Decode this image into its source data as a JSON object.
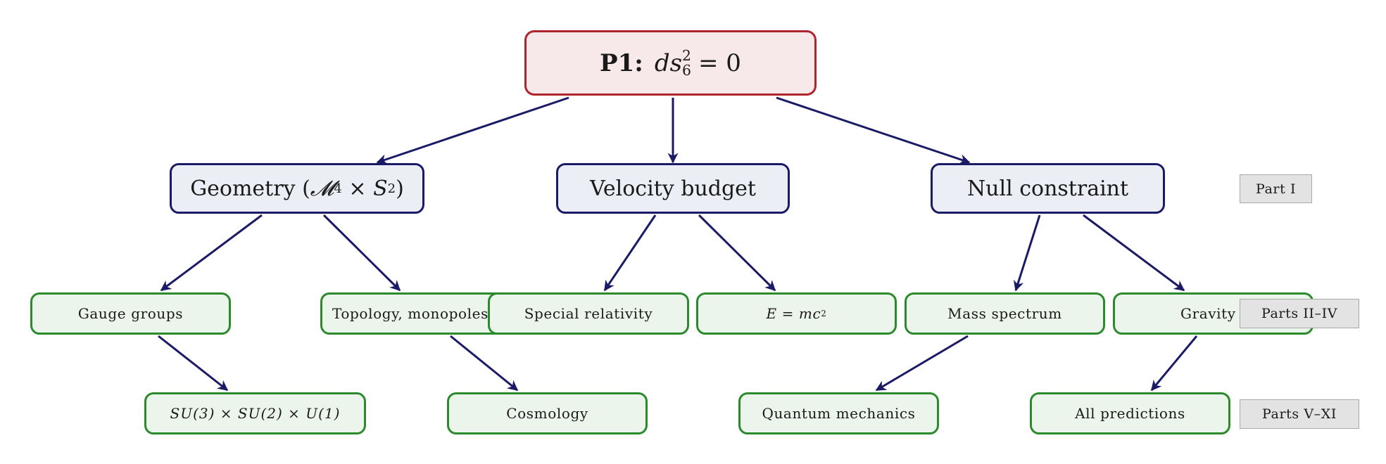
{
  "root": {
    "label_bold": "P1:",
    "formula": {
      "base": "ds",
      "superscript": "2",
      "subscript": "6",
      "rhs": "= 0"
    }
  },
  "level1": [
    {
      "id": "geometry",
      "text": "Geometry (",
      "math": "𝓜",
      "sup1": "4",
      "times": " × ",
      "S": "S",
      "sup2": "2",
      "close": ")"
    },
    {
      "id": "velocity",
      "text": "Velocity budget"
    },
    {
      "id": "null",
      "text": "Null constraint"
    }
  ],
  "level2": [
    {
      "id": "gauge",
      "text": "Gauge groups"
    },
    {
      "id": "topology",
      "text": "Topology, monopoles"
    },
    {
      "id": "special",
      "text": "Special relativity"
    },
    {
      "id": "emc2",
      "text": "E = mc",
      "sup": "2"
    },
    {
      "id": "mass",
      "text": "Mass spectrum"
    },
    {
      "id": "gravity",
      "text": "Gravity"
    }
  ],
  "level3": [
    {
      "id": "su3",
      "text": "SU(3) × SU(2) × U(1)"
    },
    {
      "id": "cosmology",
      "text": "Cosmology"
    },
    {
      "id": "quantum",
      "text": "Quantum mechanics"
    },
    {
      "id": "predictions",
      "text": "All predictions"
    }
  ],
  "tags": [
    "Part I",
    "Parts II–IV",
    "Parts V–XI"
  ],
  "colors": {
    "arrow": "#1a1a66",
    "root_border": "#b0242b",
    "root_fill": "#f7e8e9",
    "mid_border": "#1a1a66",
    "mid_fill": "#eceef5",
    "leaf_border": "#2b8a2b",
    "leaf_fill": "#ebf5eb",
    "tag_fill": "#e3e3e3"
  }
}
